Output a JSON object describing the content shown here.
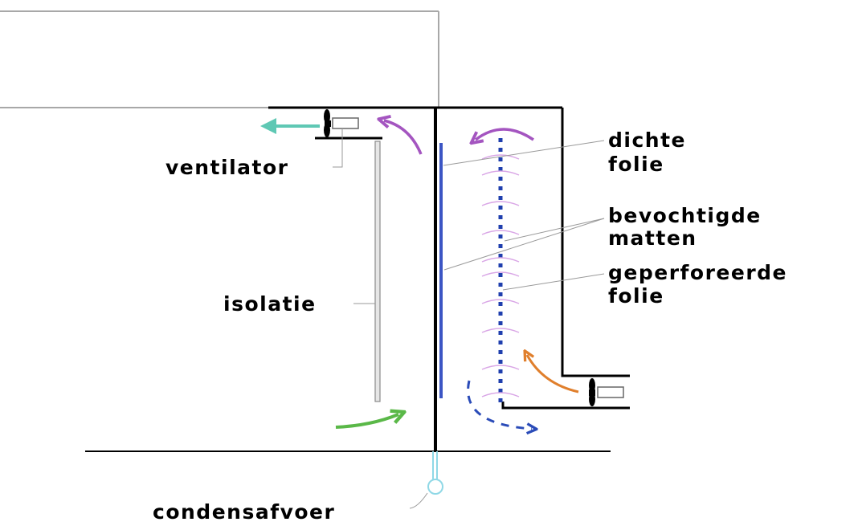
{
  "labels": {
    "ventilator": "ventilator",
    "isolatie": "isolatie",
    "dichte_folie": [
      "dichte",
      "folie"
    ],
    "bevochtigde_matten": [
      "bevochtigde",
      "matten"
    ],
    "geperforeerde_folie": [
      "geperforeerde",
      "folie"
    ],
    "condensafvoer": "condensafvoer"
  },
  "colors": {
    "outline": "#000000",
    "thin_outline": "#a8a8a8",
    "dense_foil": "#3b55c4",
    "perforated_foil": "#1f3fae",
    "exhaust_arrow": "#5fc8b4",
    "circulation_arrow": "#a455c0",
    "inflow_arrow": "#e07f2c",
    "return_arrow": "#5ab848",
    "downflow_arrow": "#2a4bb8",
    "mat_arcs": "#d9a6e6",
    "drain": "#8fd8e6",
    "leader_lines": "#9a9a9a"
  }
}
